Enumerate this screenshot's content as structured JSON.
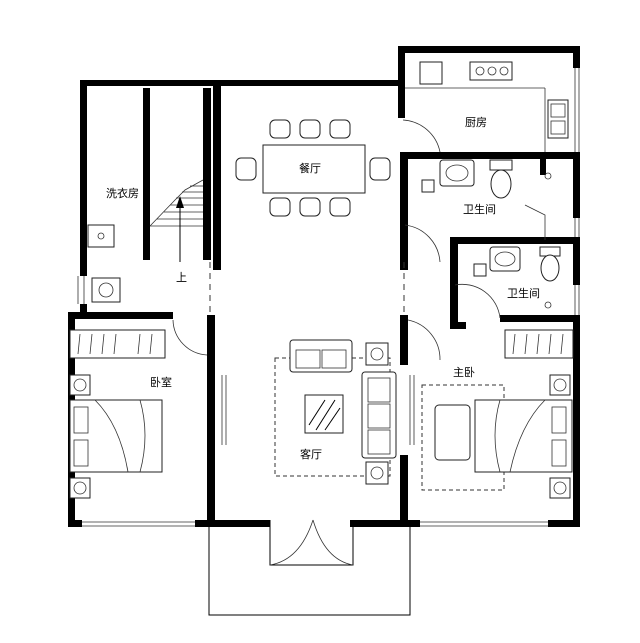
{
  "rooms": {
    "kitchen": "厨房",
    "dining": "餐厅",
    "laundry": "洗衣房",
    "bathroom_1": "卫生间",
    "bathroom_2": "卫生间",
    "stair_up": "上",
    "bedroom": "卧室",
    "master_bedroom": "主卧",
    "living_room": "客厅"
  },
  "colors": {
    "wall": "#000000",
    "line": "#333333",
    "background": "#ffffff"
  },
  "icons": [
    "bed-icon",
    "sofa-icon",
    "toilet-icon",
    "sink-icon",
    "stove-icon",
    "dining-table-icon",
    "stair-arrow-icon",
    "door-swing-icon",
    "wardrobe-icon"
  ]
}
